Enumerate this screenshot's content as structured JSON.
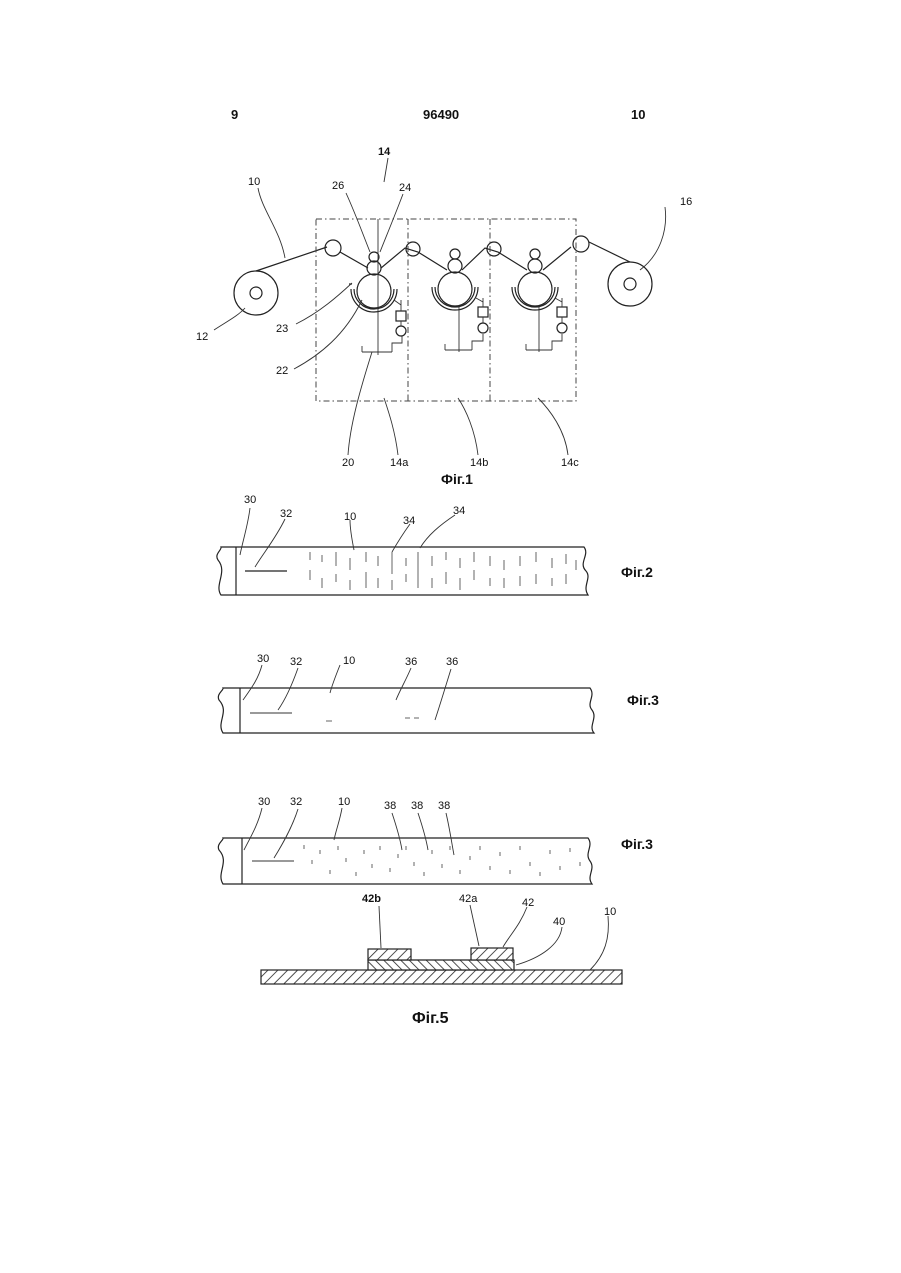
{
  "header": {
    "left_page": "9",
    "patent_number": "96490",
    "right_page": "10"
  },
  "fig1": {
    "caption": "Фіг.1",
    "labels": {
      "l14": "14",
      "l10": "10",
      "l26": "26",
      "l24": "24",
      "l16": "16",
      "l12": "12",
      "l23": "23",
      "l22": "22",
      "l20": "20",
      "l14a": "14a",
      "l14b": "14b",
      "l14c": "14c"
    }
  },
  "fig2": {
    "caption": "Фіг.2",
    "labels": {
      "l30": "30",
      "l32": "32",
      "l10": "10",
      "l34a": "34",
      "l34b": "34"
    }
  },
  "fig3a": {
    "caption": "Фіг.3",
    "labels": {
      "l30": "30",
      "l32": "32",
      "l10": "10",
      "l36a": "36",
      "l36b": "36"
    }
  },
  "fig3b": {
    "caption": "Фіг.3",
    "labels": {
      "l30": "30",
      "l32": "32",
      "l10": "10",
      "l38a": "38",
      "l38b": "38",
      "l38c": "38"
    }
  },
  "fig5": {
    "caption": "Фіг.5",
    "labels": {
      "l42b": "42b",
      "l42a": "42a",
      "l42": "42",
      "l40": "40",
      "l10": "10"
    }
  }
}
